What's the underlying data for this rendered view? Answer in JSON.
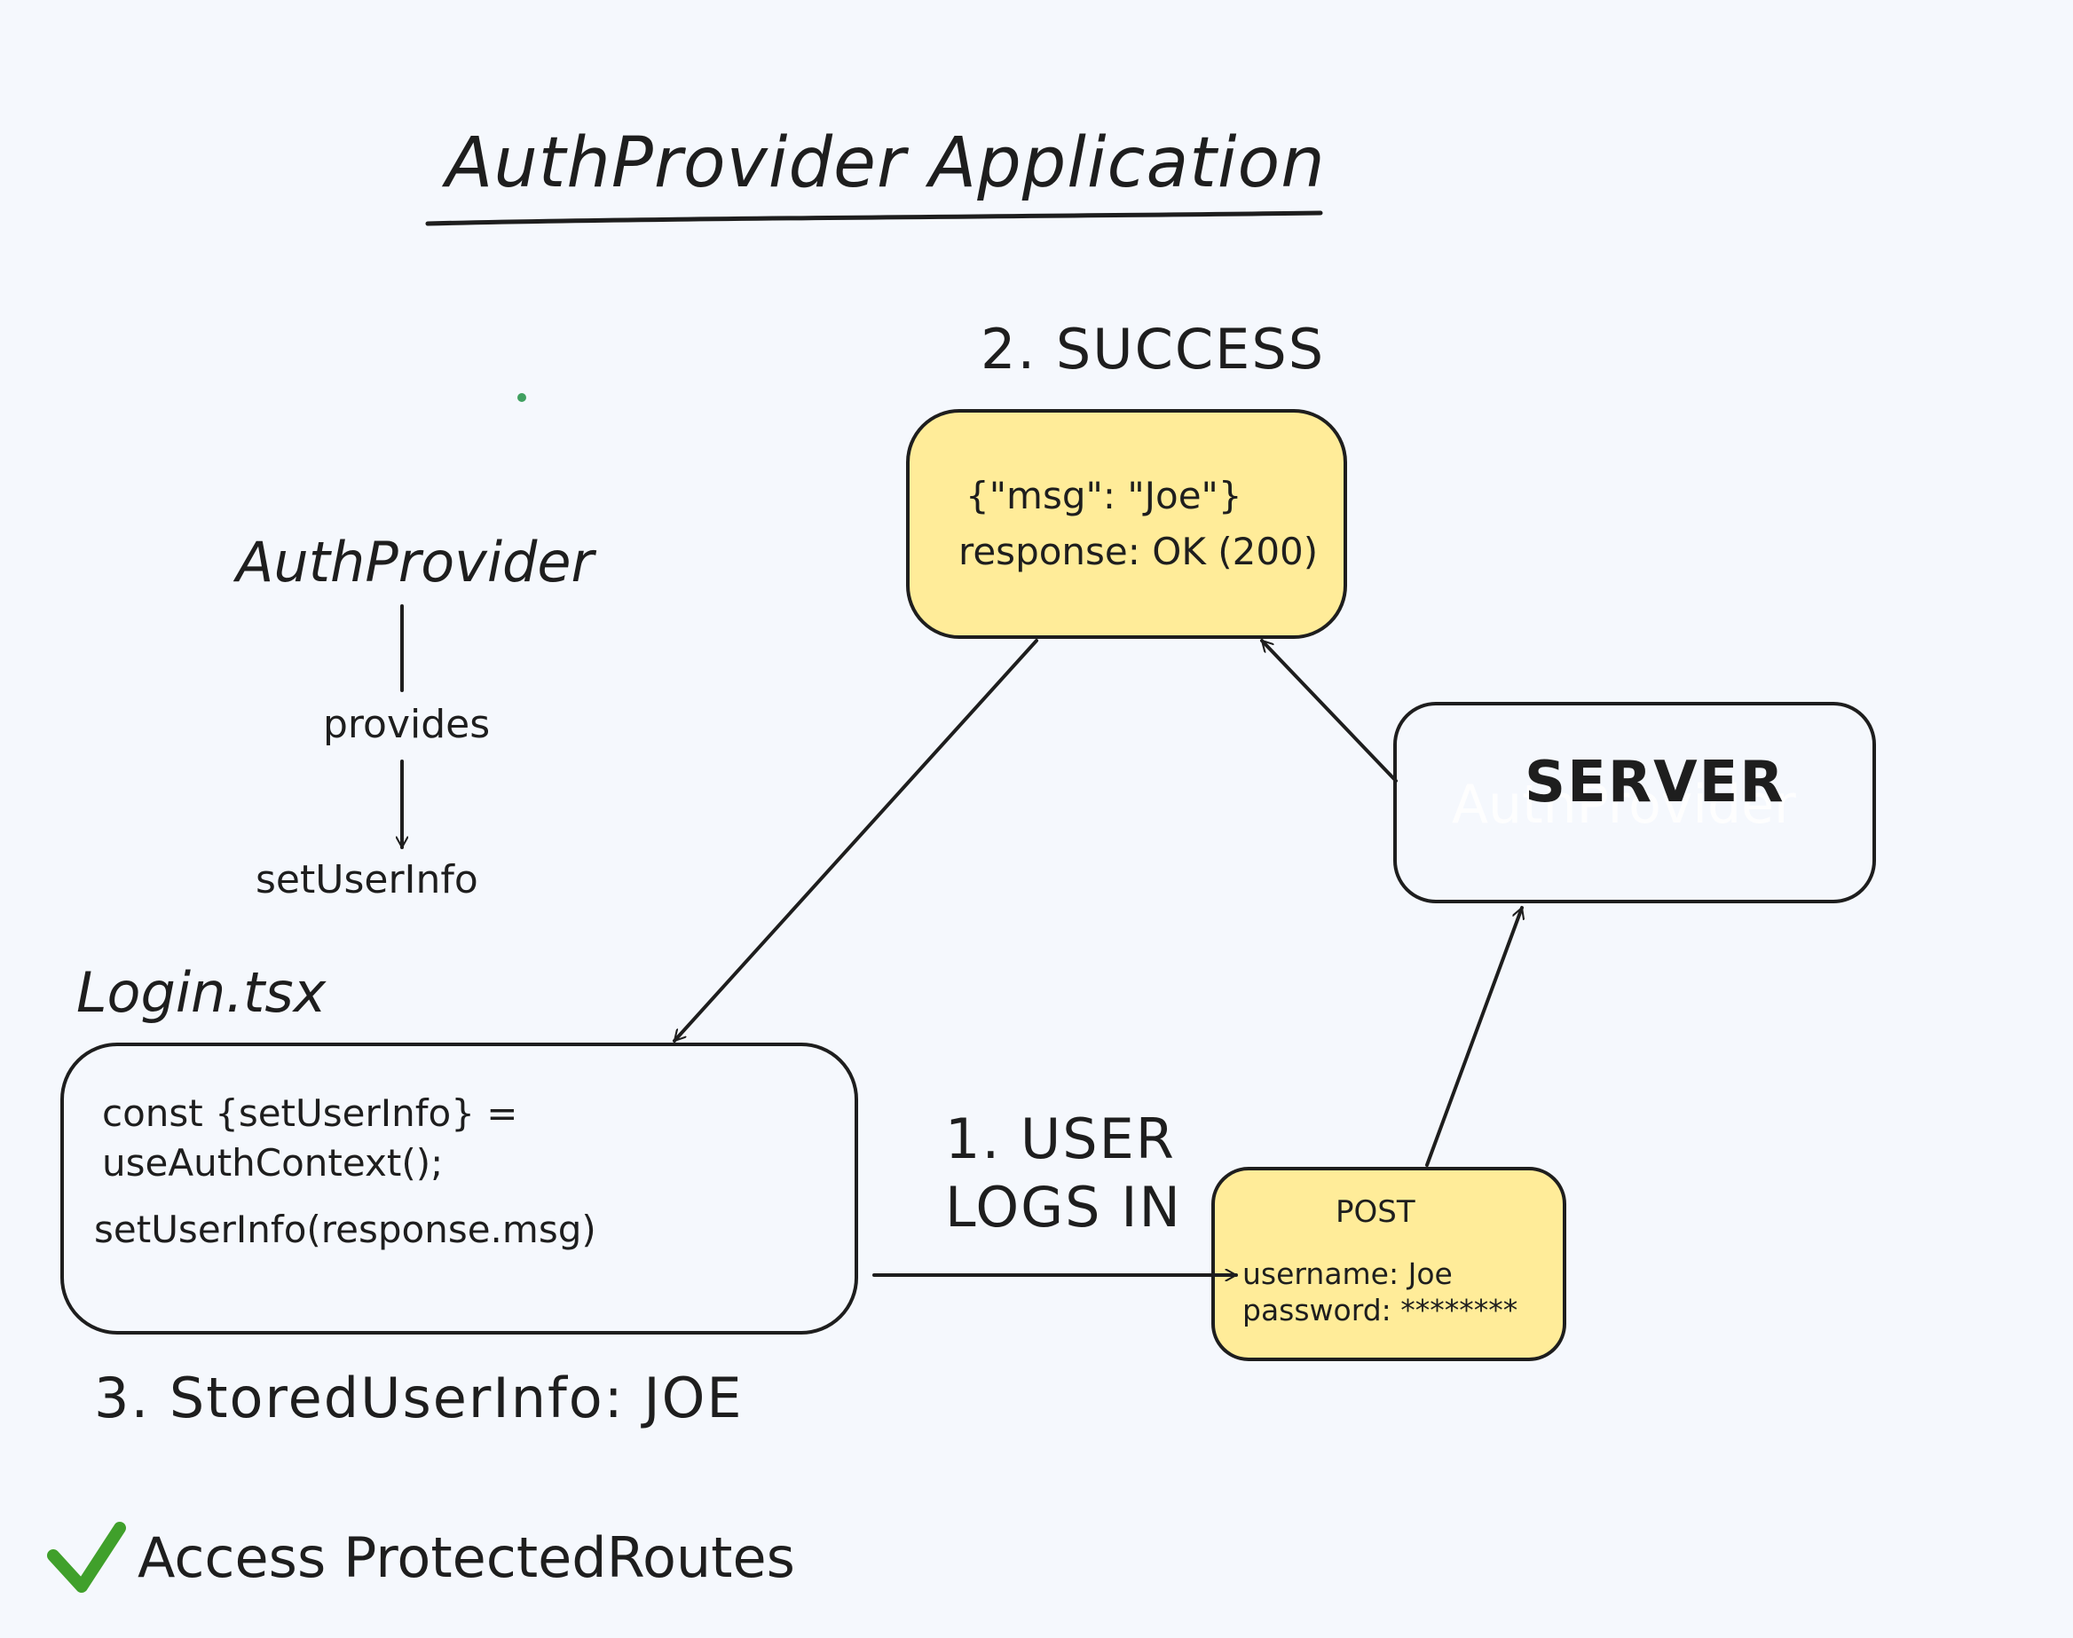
{
  "title": "AuthProvider Application",
  "steps": {
    "success": "2. SUCCESS",
    "user_logs_in_line1": "1. USER",
    "user_logs_in_line2": "LOGS IN",
    "stored": "3. StoredUserInfo: JOE"
  },
  "provider": {
    "name": "AuthProvider",
    "relation": "provides",
    "target": "setUserInfo"
  },
  "response_box": {
    "line1": "{\"msg\": \"Joe\"}",
    "line2": "response: OK (200)"
  },
  "server_box": {
    "label": "SERVER",
    "faint_label": "AuthProvider"
  },
  "login": {
    "filename": "Login.tsx",
    "code_line1": "const {setUserInfo} =",
    "code_line2": "useAuthContext();",
    "code_line3": "setUserInfo(response.msg)"
  },
  "post_box": {
    "method": "POST",
    "username": "username: Joe",
    "password": "password: ********"
  },
  "access": {
    "check_icon": "check-icon",
    "label": "Access ProtectedRoutes"
  },
  "colors": {
    "background": "#f5f8fd",
    "stroke": "#1e1e1e",
    "highlight_fill": "#ffec99",
    "check": "#40a02b",
    "dot": "#40a060"
  }
}
